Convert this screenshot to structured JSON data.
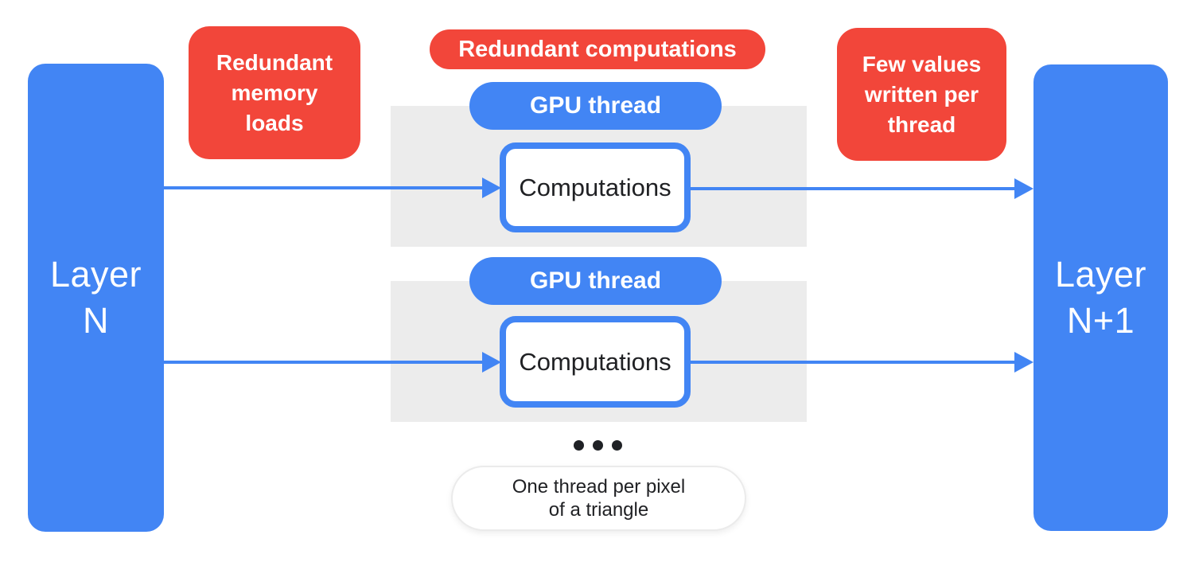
{
  "colors": {
    "blue": "#4285F4",
    "red": "#F2463A",
    "gray": "#ECECEC",
    "dark": "#202124"
  },
  "layer_left": {
    "line1": "Layer",
    "line2": "N"
  },
  "layer_right": {
    "line1": "Layer",
    "line2": "N+1"
  },
  "badge_memory": {
    "line1": "Redundant",
    "line2": "memory",
    "line3": "loads"
  },
  "badge_computations": {
    "label": "Redundant computations"
  },
  "badge_few_values": {
    "line1": "Few values",
    "line2": "written per",
    "line3": "thread"
  },
  "thread_groups": [
    {
      "pill": "GPU thread",
      "box": "Computations"
    },
    {
      "pill": "GPU thread",
      "box": "Computations"
    }
  ],
  "note": {
    "line1": "One thread per pixel",
    "line2": "of a triangle"
  }
}
